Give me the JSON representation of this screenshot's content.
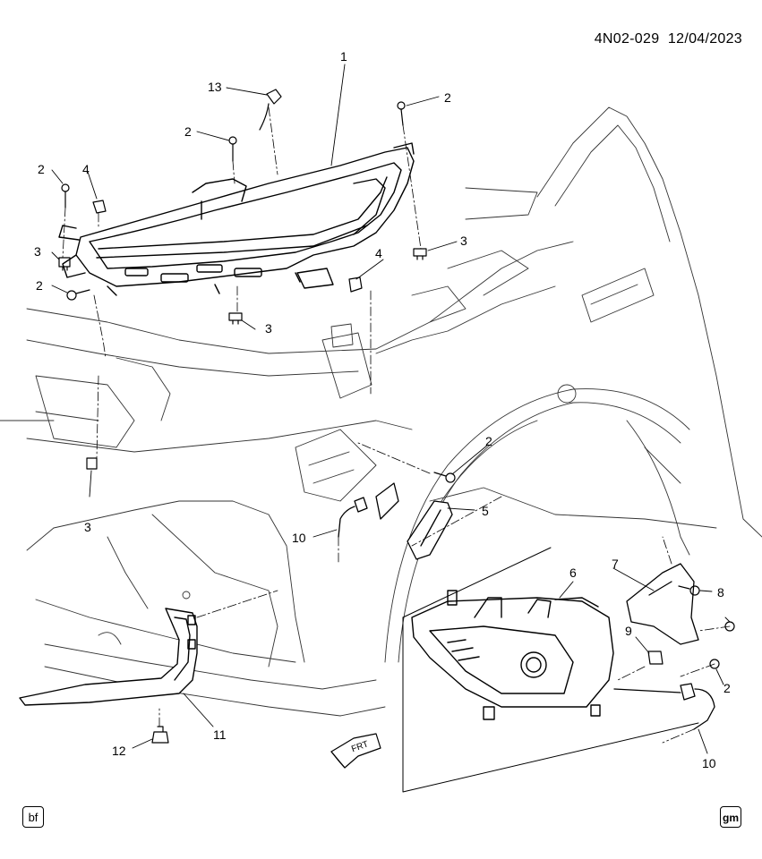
{
  "header": {
    "code": "4N02-029",
    "date": "12/04/2023"
  },
  "callouts": {
    "c1": "1",
    "c13": "13",
    "c2a": "2",
    "c2b": "2",
    "c2c": "2",
    "c2d": "2",
    "c2e": "2",
    "c2f": "2",
    "c3a": "3",
    "c3b": "3",
    "c3c": "3",
    "c3d": "3",
    "c4a": "4",
    "c4b": "4",
    "c5": "5",
    "c6": "6",
    "c7": "7",
    "c8": "8",
    "c9": "9",
    "c10a": "10",
    "c10b": "10",
    "c11": "11",
    "c12": "12"
  },
  "direction_label": "FRT",
  "footer": {
    "left_badge": "bf",
    "right_badge": "gm"
  }
}
